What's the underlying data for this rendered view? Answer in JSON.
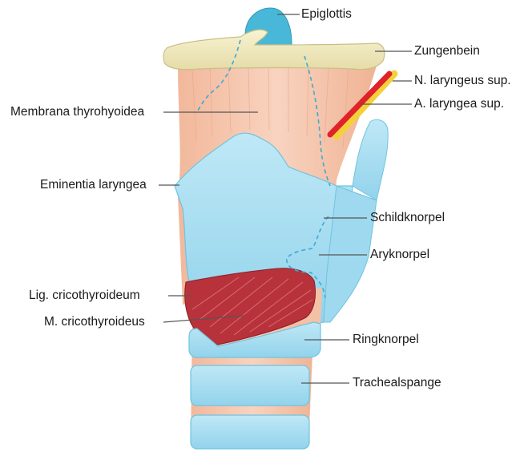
{
  "labels": {
    "epiglottis": "Epiglottis",
    "zungenbein": "Zungenbein",
    "n_laryngeus_sup": "N. laryngeus sup.",
    "a_laryngea_sup": "A. laryngea sup.",
    "membrana_thyrohyoidea": "Membrana thyrohyoidea",
    "eminentia_laryngea": "Eminentia laryngea",
    "schildknorpel": "Schildknorpel",
    "aryknorpel": "Aryknorpel",
    "lig_cricothyroideum": "Lig. cricothyroideum",
    "m_cricothyroideus": "M. cricothyroideus",
    "ringknorpel": "Ringknorpel",
    "trachealspange": "Trachealspange"
  },
  "colors": {
    "cartilage": "#a9dff0",
    "cartilage_stroke": "#6fc3e0",
    "epiglottis": "#49b8d8",
    "hyoid": "#f1ebbf",
    "hyoid_stroke": "#c9bf86",
    "membrane": "#f6c7ad",
    "muscle": "#b8323b",
    "nerve": "#f4d13a",
    "artery": "#e0222b",
    "leader": "#555555"
  }
}
